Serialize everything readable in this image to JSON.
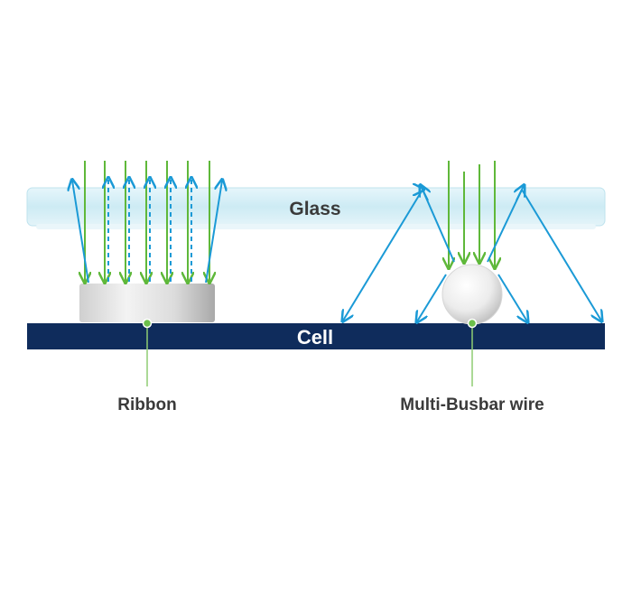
{
  "labels": {
    "glass": "Glass",
    "cell": "Cell",
    "ribbon": "Ribbon",
    "wire": "Multi-Busbar wire"
  },
  "colors": {
    "glass_fill": "#d4eef6",
    "glass_text": "#3a3a3a",
    "cell_fill": "#0f2c5c",
    "cell_text": "#ffffff",
    "incident_ray": "#5fb83a",
    "reflected_ray": "#1b9ad6",
    "leader_line": "#6cbf4b",
    "caption_text": "#3a3a3a"
  }
}
